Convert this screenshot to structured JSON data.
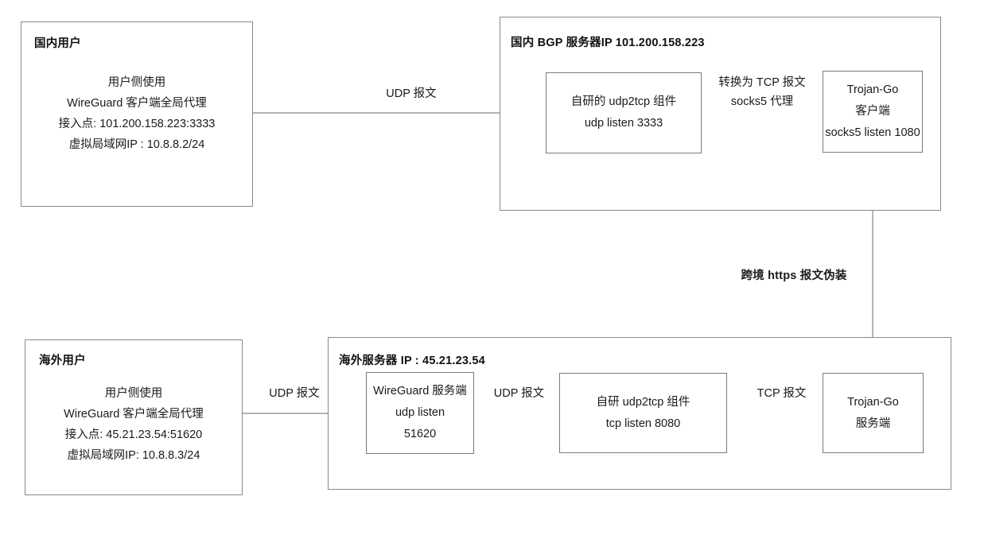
{
  "diagram": {
    "title": "WireGuard over udp2tcp / Trojan-Go cross-border proxy topology",
    "line_color": "#848484",
    "box_border_color": "#7f7f7f",
    "text_color": "#1a1a1a"
  },
  "domestic_user": {
    "title": "国内用户",
    "lines": [
      "用户侧使用",
      "WireGuard 客户端全局代理",
      "接入点: 101.200.158.223:3333",
      "虚拟局域网IP : 10.8.8.2/24"
    ]
  },
  "domestic_server": {
    "title": "国内 BGP 服务器IP 101.200.158.223",
    "udp2tcp": {
      "lines": [
        "自研的 udp2tcp 组件",
        "udp listen 3333"
      ]
    },
    "trojan_client": {
      "lines": [
        "Trojan-Go",
        "客户端",
        "socks5 listen 1080"
      ]
    }
  },
  "overseas_user": {
    "title": "海外用户",
    "lines": [
      "用户侧使用",
      "WireGuard 客户端全局代理",
      "接入点: 45.21.23.54:51620",
      "虚拟局域网IP: 10.8.8.3/24"
    ]
  },
  "overseas_server": {
    "title": "海外服务器 IP : 45.21.23.54",
    "wireguard_server": {
      "lines": [
        "WireGuard 服务端",
        "udp listen",
        "51620"
      ]
    },
    "udp2tcp": {
      "lines": [
        "自研 udp2tcp 组件",
        "tcp listen 8080"
      ]
    },
    "trojan_server": {
      "lines": [
        "Trojan-Go",
        "服务端"
      ]
    }
  },
  "edges": {
    "user_to_udp2tcp": "UDP 报文",
    "udp2tcp_to_trojan_line1": "转换为 TCP 报文",
    "udp2tcp_to_trojan_line2": "socks5 代理",
    "cross_border": "跨境 https 报文伪装",
    "overseas_user_to_wg": "UDP 报文",
    "udp2tcp_to_wg": "UDP 报文",
    "trojan_to_udp2tcp": "TCP 报文"
  }
}
